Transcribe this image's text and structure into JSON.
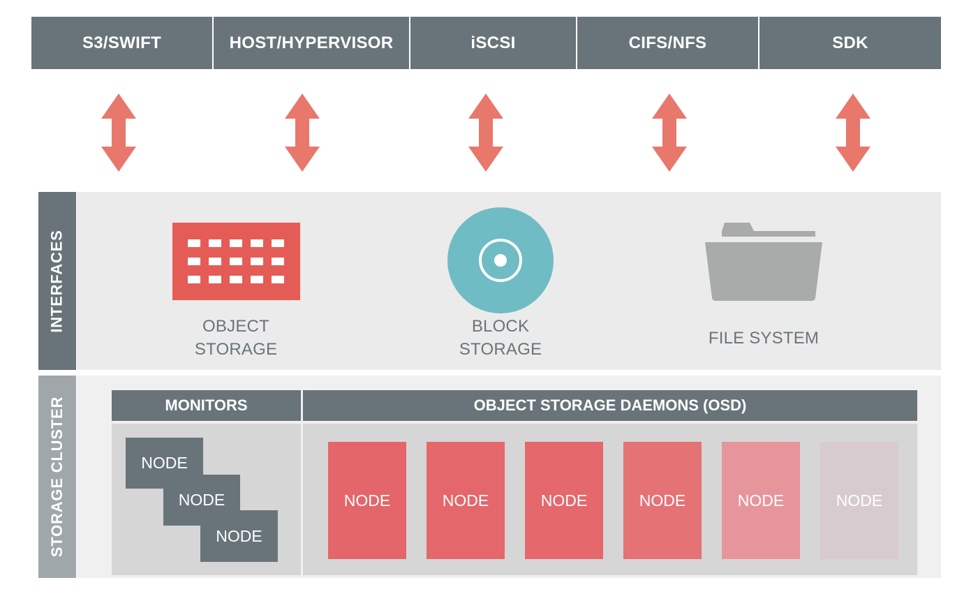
{
  "protocols": [
    "S3/SWIFT",
    "HOST/HYPERVISOR",
    "iSCSI",
    "CIFS/NFS",
    "SDK"
  ],
  "interfaces": {
    "label": "INTERFACES",
    "object_storage": {
      "line1": "OBJECT",
      "line2": "STORAGE"
    },
    "block_storage": {
      "line1": "BLOCK",
      "line2": "STORAGE"
    },
    "file_system": {
      "label": "FILE SYSTEM"
    }
  },
  "storage_cluster": {
    "label": "STORAGE CLUSTER",
    "monitors": {
      "header": "MONITORS",
      "nodes": [
        "NODE",
        "NODE",
        "NODE"
      ]
    },
    "osd": {
      "header": "OBJECT STORAGE DAEMONS (OSD)",
      "nodes": [
        "NODE",
        "NODE",
        "NODE",
        "NODE",
        "NODE",
        "NODE"
      ]
    }
  },
  "colors": {
    "header_gray": "#68747a",
    "arrow_salmon": "#e8776c",
    "object_red": "#e45c55",
    "block_teal": "#6fbcc4",
    "folder_gray": "#a9abab",
    "osd_nodes": [
      "#e4666a",
      "#e4676b",
      "#e4686c",
      "#e57275",
      "#e6959b",
      "#d8cbcf"
    ]
  },
  "icons": [
    "double-arrow-icon",
    "object-grid-icon",
    "disc-icon",
    "folder-icon"
  ]
}
